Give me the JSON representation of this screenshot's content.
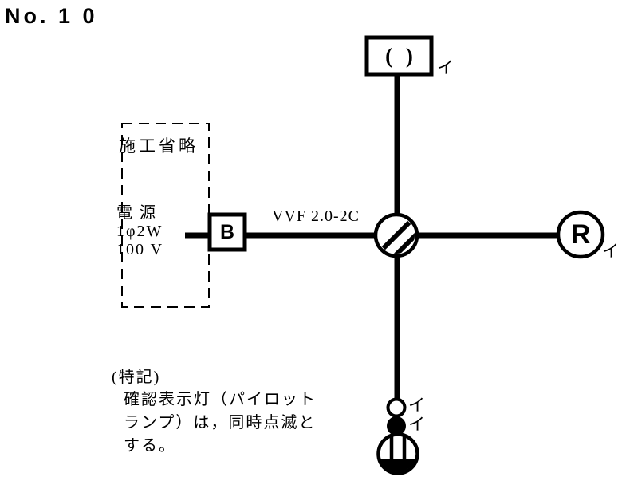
{
  "page": {
    "background": "#ffffff",
    "ink": "#000000"
  },
  "header": {
    "title": "No. 1 0"
  },
  "diagram": {
    "omission_box": {
      "label": "施工省略"
    },
    "power_source": {
      "line1": "電 源",
      "line2": "1φ2W",
      "line3": "100 V"
    },
    "breaker": {
      "label": "B"
    },
    "cable": {
      "label": "VVF 2.0-2C"
    },
    "ceiling_rosette": {
      "symbol": "( )",
      "mark": "イ"
    },
    "lamp_receptacle": {
      "symbol": "R",
      "mark": "イ"
    },
    "pilot_lamp": {
      "mark": "イ"
    },
    "switch": {
      "mark": "イ"
    }
  },
  "notes": {
    "heading": "(特記)",
    "lines": [
      "確認表示灯（パイロット",
      "ランプ）は，同時点滅と",
      "する。"
    ]
  }
}
